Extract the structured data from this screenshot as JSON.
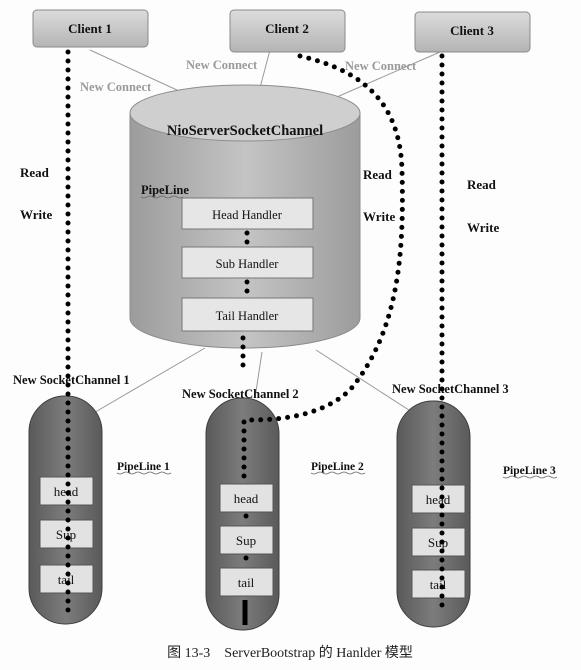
{
  "clients": [
    "Client 1",
    "Client 2",
    "Client 3"
  ],
  "new_connect": "New Connect",
  "server": {
    "title": "NioServerSocketChannel",
    "pipeline_label": "PipeLine",
    "handlers": [
      "Head Handler",
      "Sub Handler",
      "Tail Handler"
    ]
  },
  "read": "Read",
  "write": "Write",
  "socket_channels": [
    {
      "title": "New SocketChannel 1",
      "pipeline": "PipeLine 1",
      "boxes": [
        "head",
        "Sup",
        "tail"
      ]
    },
    {
      "title": "New SocketChannel 2",
      "pipeline": "PipeLine 2",
      "boxes": [
        "head",
        "Sup",
        "tail"
      ]
    },
    {
      "title": "New SocketChannel 3",
      "pipeline": "PipeLine 3",
      "boxes": [
        "head",
        "Sup",
        "tail"
      ]
    }
  ],
  "caption": "图 13-3    ServerBootstrap 的 Hanlder 模型",
  "colors": {
    "client_fill": "#c8c8c8",
    "server_fill": "#b5b5b5",
    "channel_fill": "#6f6f6f",
    "box_fill": "#e2e2e2"
  }
}
